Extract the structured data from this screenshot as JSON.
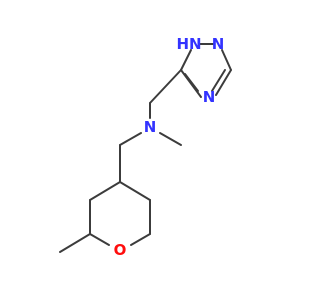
{
  "colors": {
    "bond": "#3c3c3c",
    "nitrogen": "#3333ff",
    "oxygen": "#ff0d0d",
    "background": "#ffffff"
  },
  "atoms": {
    "triazole_n1h": {
      "text": "H",
      "extra": "N",
      "element": "N"
    },
    "triazole_n2": {
      "text": "N",
      "element": "N"
    },
    "triazole_n4": {
      "text": "N",
      "element": "N"
    },
    "amine_n": {
      "text": "N",
      "element": "N"
    },
    "ring_o": {
      "text": "O",
      "element": "O"
    }
  }
}
